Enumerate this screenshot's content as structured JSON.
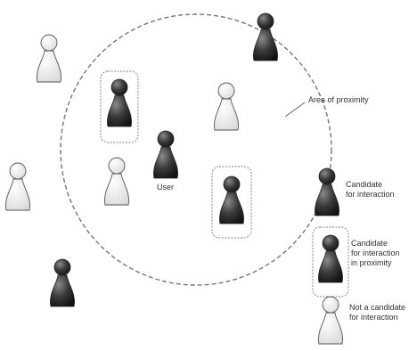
{
  "diagram": {
    "area_label": "Area of proximity",
    "user_label": "User",
    "legend": {
      "candidate": "Candidate\nfor interaction",
      "candidate_proximity": "Candidate\nfor interaction\nin proximity",
      "not_candidate": "Not a candidate\nfor interaction"
    },
    "colors": {
      "dark_figure": "#3a3a3a",
      "light_figure": "#ffffff",
      "outline": "#555555",
      "circle": "#777777",
      "halo": "#999999"
    }
  }
}
